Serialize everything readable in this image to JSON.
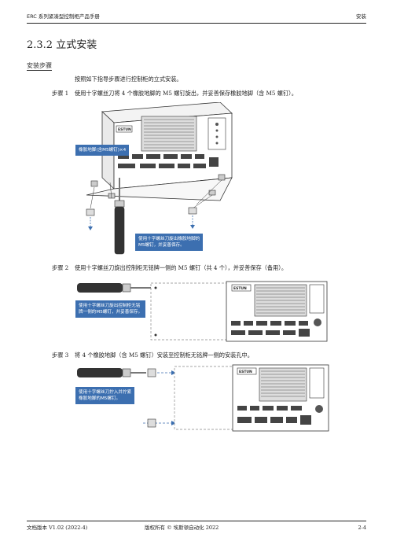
{
  "header": {
    "left": "ERC 系列紧凑型控制柜产品手册",
    "right": "安装"
  },
  "section": {
    "number_title": "2.3.2  立式安装",
    "subheading": "安装步骤",
    "intro": "按照如下指导步骤进行控制柜的立式安装。"
  },
  "steps": [
    {
      "label": "步骤 1",
      "text": "使用十字螺丝刀将 4 个橡胶地脚的 M5 螺钉旋出，并妥善保存橡胶地脚（含 M5 螺钉）。",
      "callouts": [
        "橡胶地脚(含M5螺钉)×4",
        "使用十字螺丝刀旋出橡胶地脚的\nM5螺钉，并妥善保存。"
      ]
    },
    {
      "label": "步骤 2",
      "text": "使用十字螺丝刀旋出控制柜无铭牌一侧的 M5 螺钉（共 4 个），并妥善保存（备用）。",
      "callouts": [
        "使用十字螺丝刀旋出控制柜无铭\n牌一侧的M5螺钉，并妥善保存。"
      ]
    },
    {
      "label": "步骤 3",
      "text": "将 4 个橡胶地脚（含 M5 螺钉）安装至控制柜无铭牌一侧的安装孔中。",
      "callouts": [
        "使用十字螺丝刀拧入并拧紧\n橡胶地脚的M5螺钉。"
      ]
    }
  ],
  "brand_label": "ESTUN",
  "footer": {
    "left": "文档版本 V1.02 (2022-4)",
    "center": "版权所有 © 埃斯顿自动化 2022",
    "right": "2-4"
  },
  "colors": {
    "callout_bg": "#3c6fb0",
    "arrow": "#3c6fb0",
    "line": "#222222"
  }
}
